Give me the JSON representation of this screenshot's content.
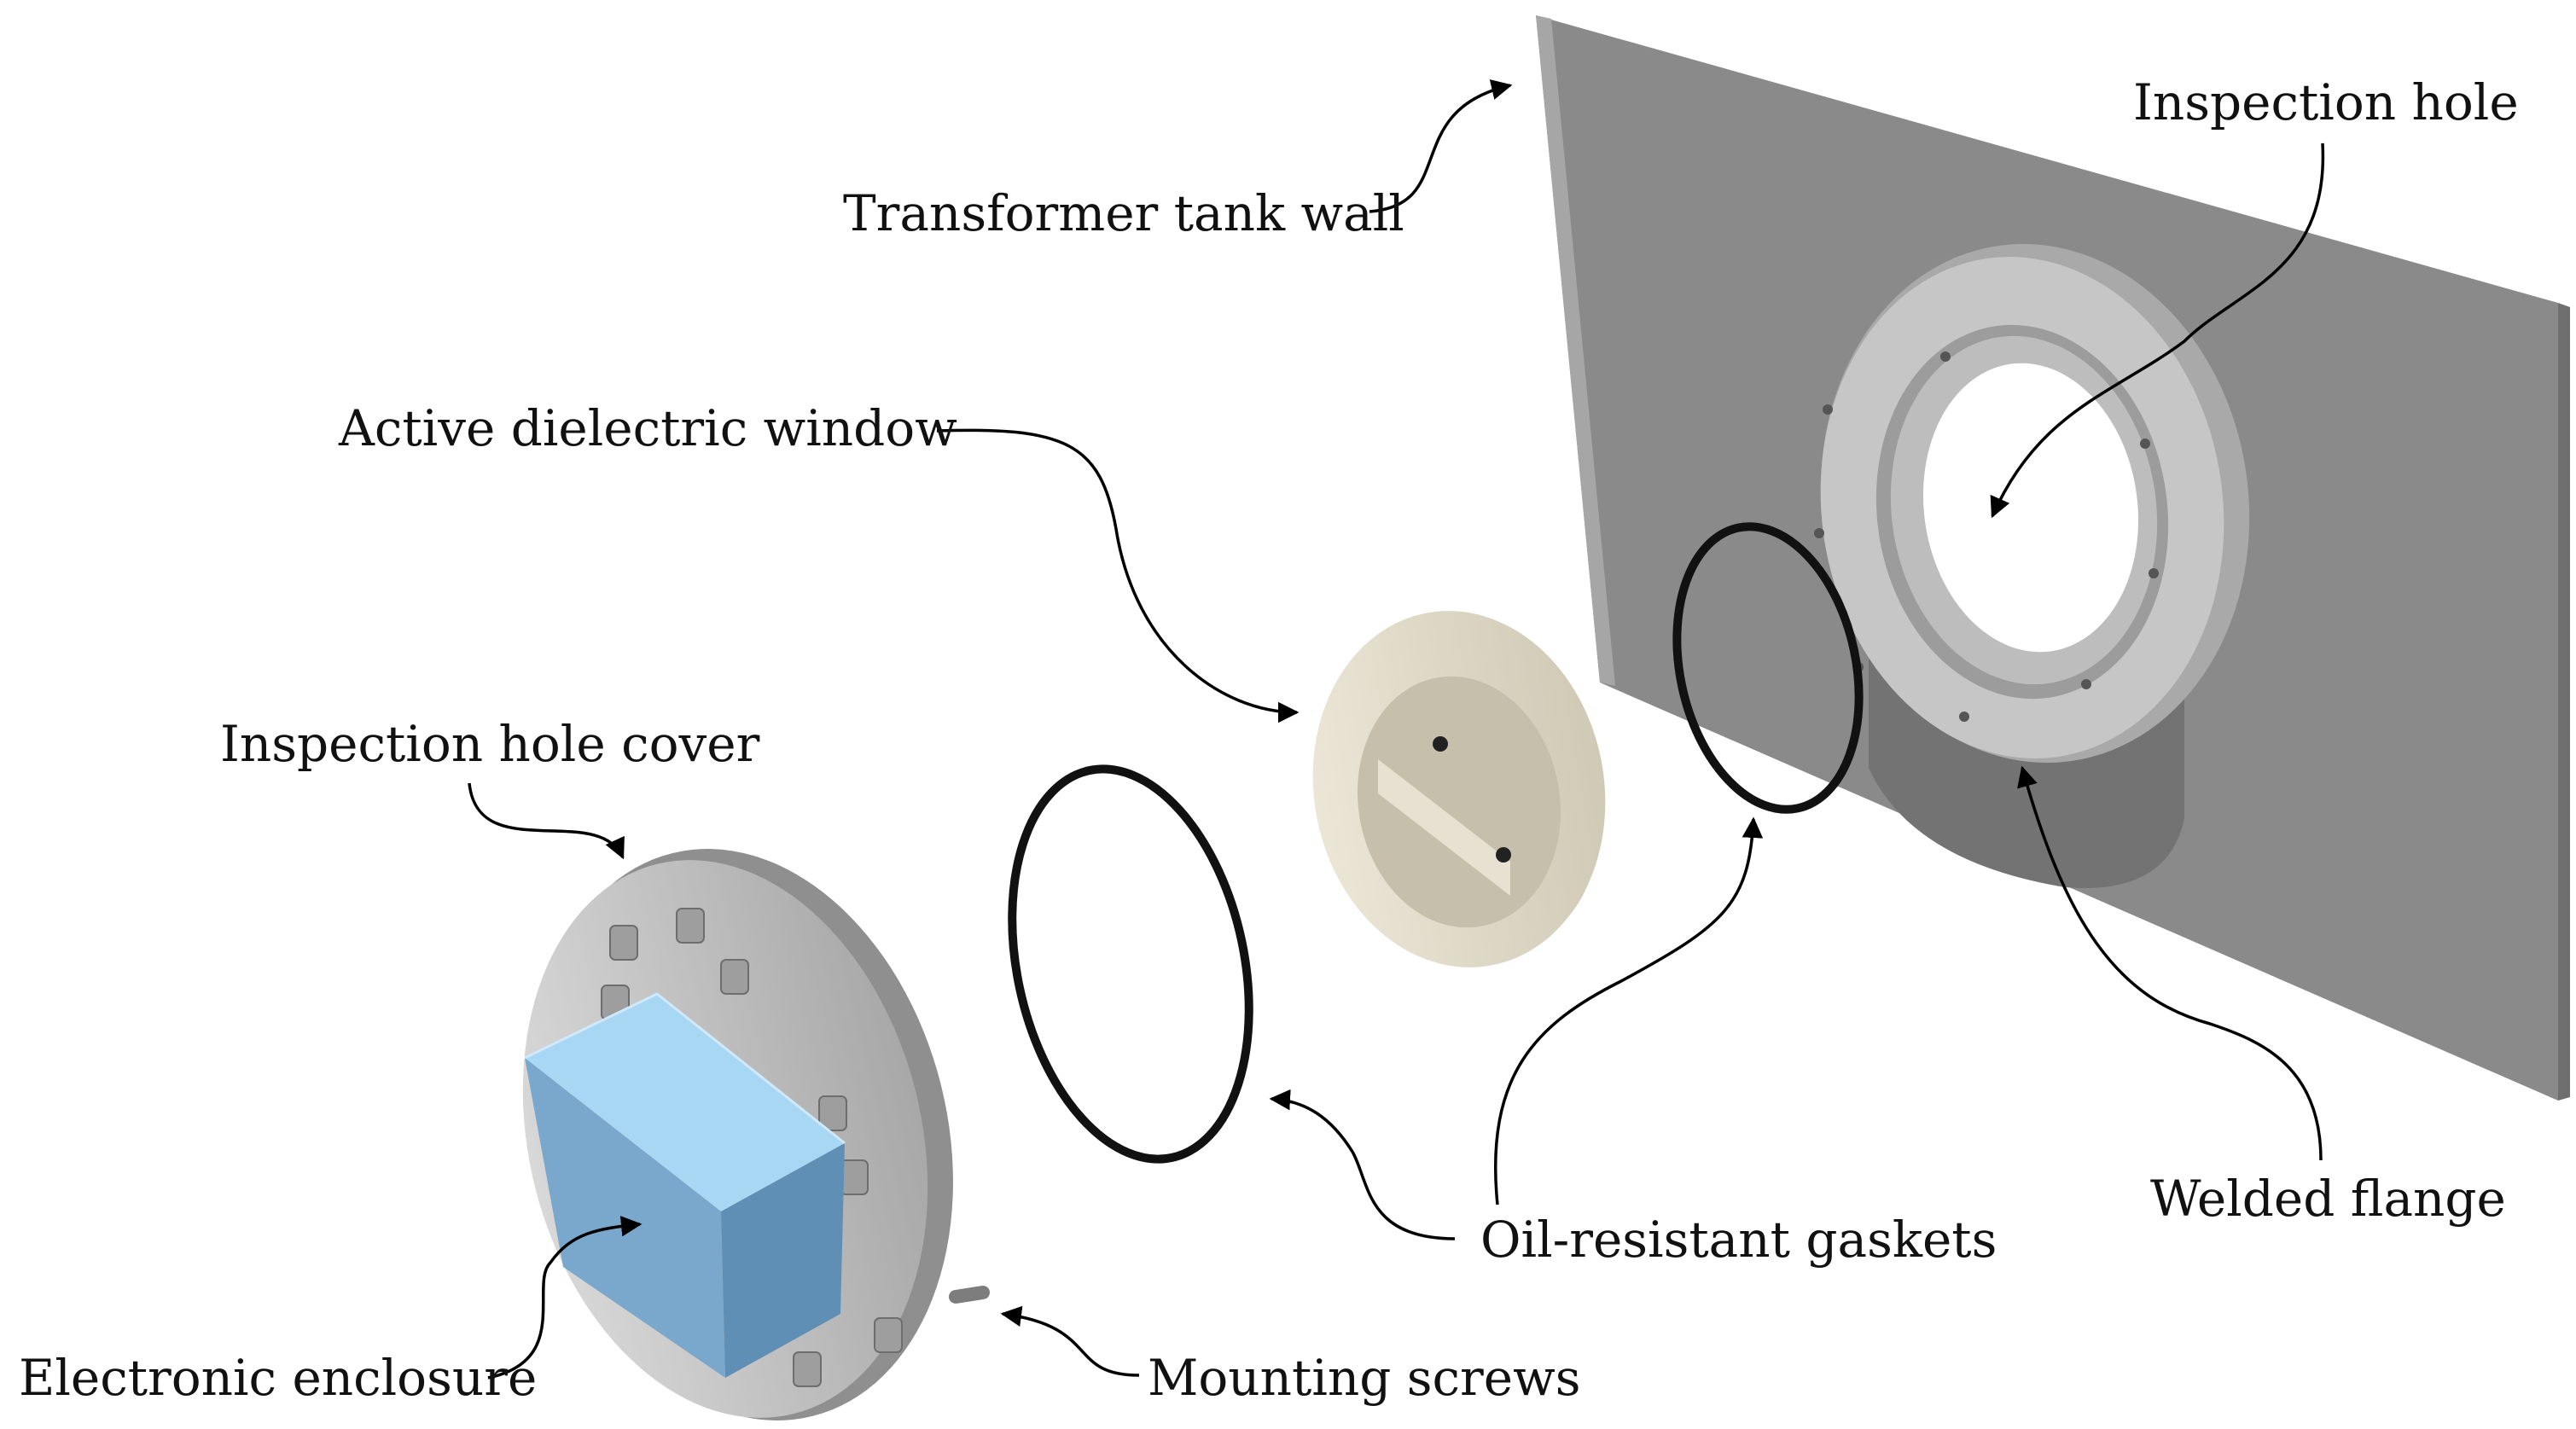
{
  "labels": {
    "tank_wall": "Transformer tank wall",
    "inspection_hole": "Inspection hole",
    "dielectric_window": "Active dielectric window",
    "hole_cover": "Inspection hole cover",
    "electronic_enclosure": "Electronic enclosure",
    "mounting_screws": "Mounting screws",
    "gaskets": "Oil-resistant gaskets",
    "welded_flange": "Welded flange"
  },
  "colors": {
    "tank_wall": "#8c8c8c",
    "flange": "#c4c4c4",
    "dielectric_window": "#e4dfce",
    "enclosure": "#9ecbea",
    "cover": "#c9c9c9",
    "gasket": "#111111"
  }
}
